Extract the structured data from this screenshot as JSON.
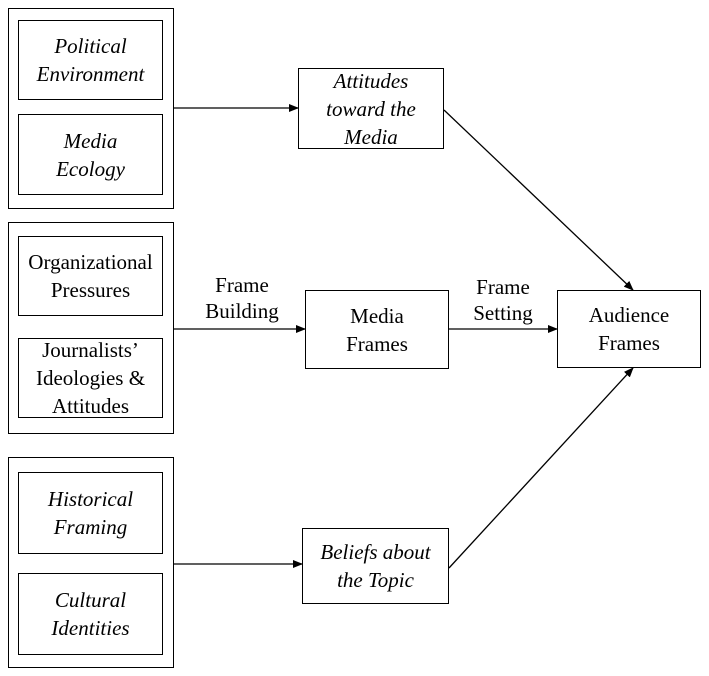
{
  "groups": {
    "top": {
      "items": [
        {
          "label": "Political\nEnvironment"
        },
        {
          "label": "Media\nEcology"
        }
      ]
    },
    "middle": {
      "items": [
        {
          "label": "Organizational\nPressures"
        },
        {
          "label": "Journalists’\nIdeologies &\nAttitudes"
        }
      ]
    },
    "bottom": {
      "items": [
        {
          "label": "Historical\nFraming"
        },
        {
          "label": "Cultural\nIdentities"
        }
      ]
    }
  },
  "nodes": {
    "attitudes_media": {
      "label": "Attitudes\ntoward the\nMedia"
    },
    "media_frames": {
      "label": "Media\nFrames"
    },
    "beliefs_topic": {
      "label": "Beliefs about\nthe Topic"
    },
    "audience_frames": {
      "label": "Audience\nFrames"
    }
  },
  "edge_labels": {
    "frame_building": "Frame\nBuilding",
    "frame_setting": "Frame\nSetting"
  }
}
